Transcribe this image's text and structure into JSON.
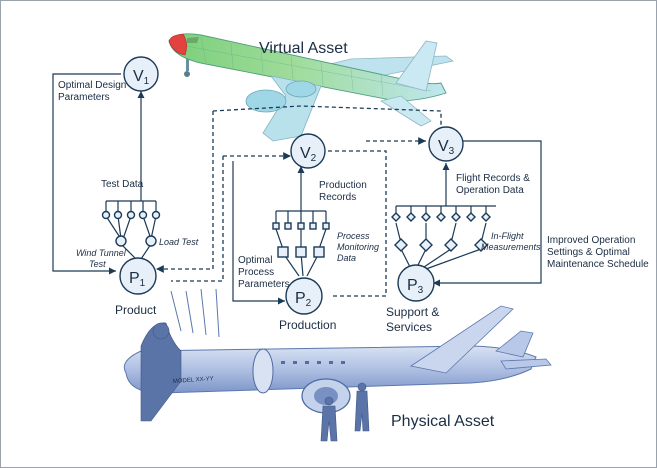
{
  "titles": {
    "virtual_asset": "Virtual Asset",
    "physical_asset": "Physical Asset"
  },
  "nodes": {
    "v1": {
      "letter": "V",
      "sub": "1"
    },
    "v2": {
      "letter": "V",
      "sub": "2"
    },
    "v3": {
      "letter": "V",
      "sub": "3"
    },
    "p1": {
      "letter": "P",
      "sub": "1"
    },
    "p2": {
      "letter": "P",
      "sub": "2"
    },
    "p3": {
      "letter": "P",
      "sub": "3"
    }
  },
  "labels": {
    "optimal_design_line1": "Optimal Design",
    "optimal_design_line2": "Parameters",
    "test_data": "Test Data",
    "wind_tunnel_line1": "Wind Tunnel",
    "wind_tunnel_line2": "Test",
    "load_test": "Load Test",
    "product": "Product",
    "production_records_line1": "Production",
    "production_records_line2": "Records",
    "process_monitoring_line1": "Process",
    "process_monitoring_line2": "Monitoring",
    "process_monitoring_line3": "Data",
    "optimal_process_line1": "Optimal",
    "optimal_process_line2": "Process",
    "optimal_process_line3": "Parameters",
    "production": "Production",
    "flight_records_line1": "Flight Records &",
    "flight_records_line2": "Operation Data",
    "in_flight_line1": "In-Flight",
    "in_flight_line2": "Measurements",
    "support_line1": "Support &",
    "support_line2": "Services",
    "improved_line1": "Improved Operation",
    "improved_line2": "Settings & Optimal",
    "improved_line3": "Maintenance Schedule"
  },
  "aircraft_markings": {
    "fuselage_text": "MODEL XX-YY"
  },
  "colors": {
    "line": "#1b3a57",
    "node_fill": "#e7f0f8",
    "physical_blue": "#8ea9d6",
    "virtual_green": "#7ccf7a",
    "virtual_cyan": "#8fd3e6",
    "nose_red": "#e2433e"
  }
}
